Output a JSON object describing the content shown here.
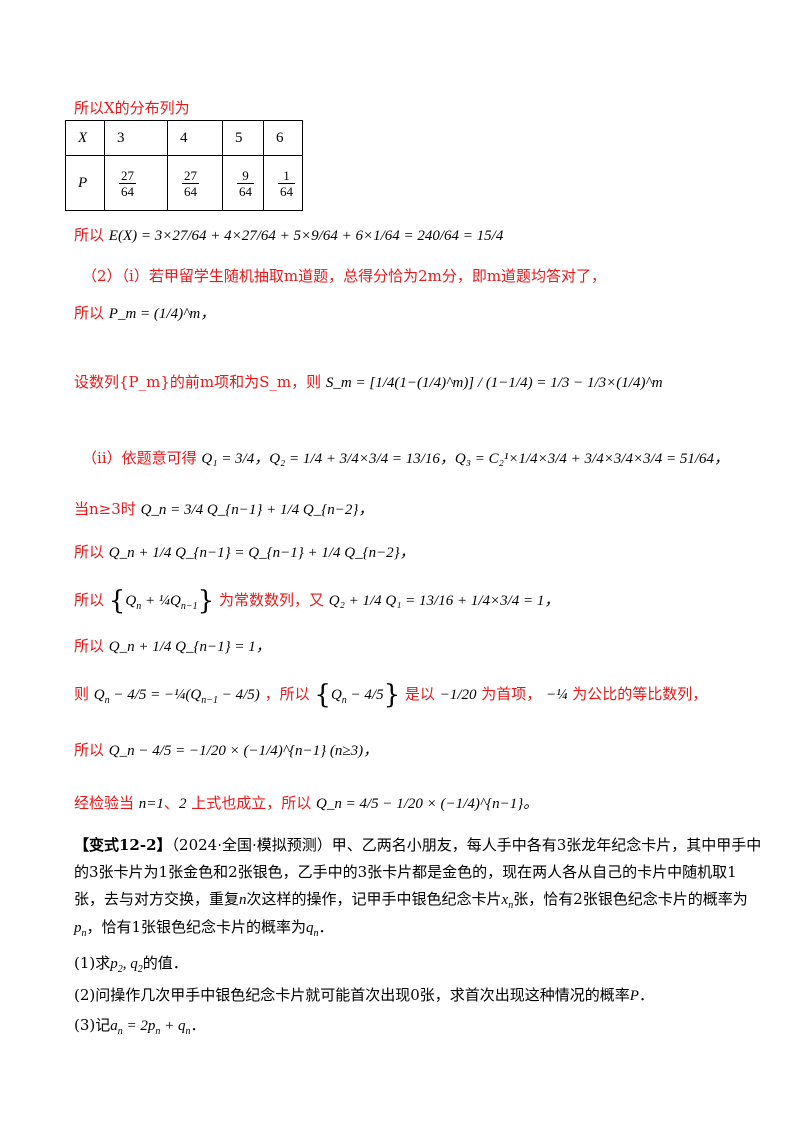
{
  "intro": "所以X的分布列为",
  "table": {
    "header": [
      "X",
      "3",
      "4",
      "5",
      "6"
    ],
    "row_label": "P",
    "probs": [
      {
        "num": "27",
        "den": "64"
      },
      {
        "num": "27",
        "den": "64"
      },
      {
        "num": "9",
        "den": "64"
      },
      {
        "num": "1",
        "den": "64"
      }
    ]
  },
  "expectation": {
    "lead": "所以",
    "expr": "E(X) = 3×27/64 + 4×27/64 + 5×9/64 + 6×1/64 = 240/64 = 15/4"
  },
  "part2_i": "（2）（ⅰ）若甲留学生随机抽取m道题，总得分恰为2m分，即m道题均答对了，",
  "pm": {
    "lead": "所以",
    "expr": "P_m = (1/4)^m，"
  },
  "sm": {
    "lead": "设数列{P_m}的前m项和为S_m，则",
    "expr": "S_m = [1/4(1−(1/4)^m)] / (1−1/4) = 1/3 − 1/3×(1/4)^m"
  },
  "part2_ii": {
    "lead": "（ⅱ）依题意可得",
    "expr": "Q₁ = 3/4，Q₂ = 1/4 + 3/4×3/4 = 13/16，Q₃ = C₂¹×1/4×3/4 + 3/4×3/4×3/4 = 51/64，"
  },
  "recur": {
    "lead": "当n≥3时",
    "expr": "Q_n = 3/4 Q_{n−1} + 1/4 Q_{n−2}，"
  },
  "recur2": {
    "lead": "所以",
    "expr": "Q_n + 1/4 Q_{n−1} = Q_{n−1} + 1/4 Q_{n−2}，"
  },
  "const_seq": {
    "lead": "所以",
    "mid": "为常数数列，又",
    "expr": "Q₂ + 1/4 Q₁ = 13/16 + 1/4×3/4 = 1，"
  },
  "const_val": {
    "lead": "所以",
    "expr": "Q_n + 1/4 Q_{n−1} = 1，"
  },
  "geo": {
    "lead": "则",
    "t1": "，所以",
    "t2": "是以",
    "t3": "为首项，",
    "t4": "为公比的等比数列，"
  },
  "geo_result": {
    "lead": "所以",
    "expr": "Q_n − 4/5 = −1/20 × (−1/4)^{n−1} (n≥3)，"
  },
  "check": {
    "lead": "经检验当",
    "mid": "、",
    "mid2": "上式也成立，所以",
    "expr": "Q_n = 4/5 − 1/20 × (−1/4)^{n−1}。"
  },
  "problem": {
    "tag": "【变式12-2】",
    "line1": "（2024·全国·模拟预测）甲、乙两名小朋友，每人手中各有3张龙年纪念卡片，其中甲手中",
    "line2": "的3张卡片为1张金色和2张银色，乙手中的3张卡片都是金色的，现在两人各从自己的卡片中随机取1",
    "line3a": "张，去与对方交换，重复",
    "line3b": "次这样的操作，记甲手中银色纪念卡片",
    "line3c": "张，恰有2张银色纪念卡片的概率为",
    "line4": "，恰有1张银色纪念卡片的概率为",
    "q1a": "(1)求",
    "q1b": "的值．",
    "q2a": "(2)问操作几次甲手中银色纪念卡片就可能首次出现0张，求首次出现这种情况的概率",
    "q3a": "(3)记",
    "q3b": "．"
  }
}
